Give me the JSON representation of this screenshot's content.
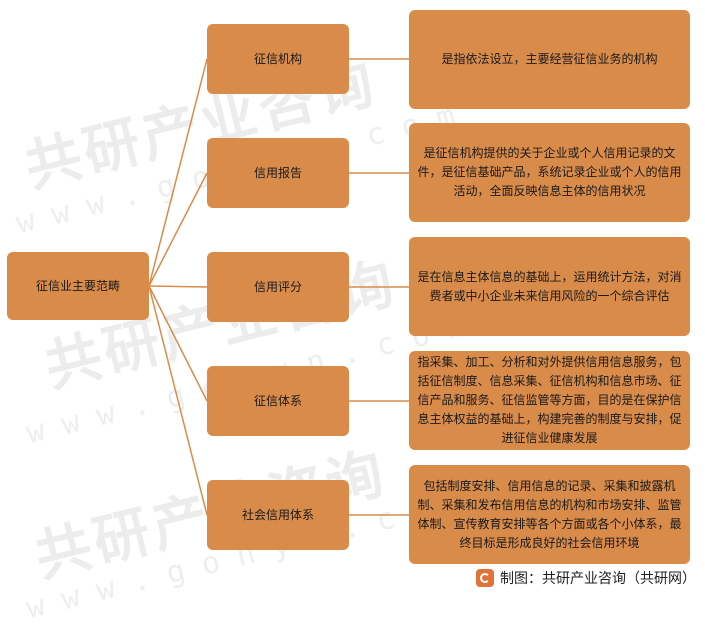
{
  "root": "征信业主要范畴",
  "branches": [
    {
      "label": "征信机构",
      "desc": "是指依法设立，主要经营征信业务的机构"
    },
    {
      "label": "信用报告",
      "desc": "是征信机构提供的关于企业或个人信用记录的文件，是征信基础产品，系统记录企业或个人的信用活动，全面反映信息主体的信用状况"
    },
    {
      "label": "信用评分",
      "desc": "是在信息主体信息的基础上，运用统计方法，对消费者或中小企业未来信用风险的一个综合评估"
    },
    {
      "label": "征信体系",
      "desc": "指采集、加工、分析和对外提供信用信息服务，包括征信制度、信息采集、征信机构和信息市场、征信产品和服务、征信监管等方面，目的是在保护信息主体权益的基础上，构建完善的制度与安排，促进征信业健康发展"
    },
    {
      "label": "社会信用体系",
      "desc": "包括制度安排、信用信息的记录、采集和披露机制、采集和发布信用信息的机构和市场安排、监管体制、宣传教育安排等各个方面或各个小体系，最终目标是形成良好的社会信用环境"
    }
  ],
  "footer": "制图：共研产业咨询（共研网）",
  "watermark": {
    "brand": "共研产业咨询",
    "url": "www.gonyn.com"
  },
  "colors": {
    "box": "#d98b4a",
    "line": "#d98b4a"
  }
}
